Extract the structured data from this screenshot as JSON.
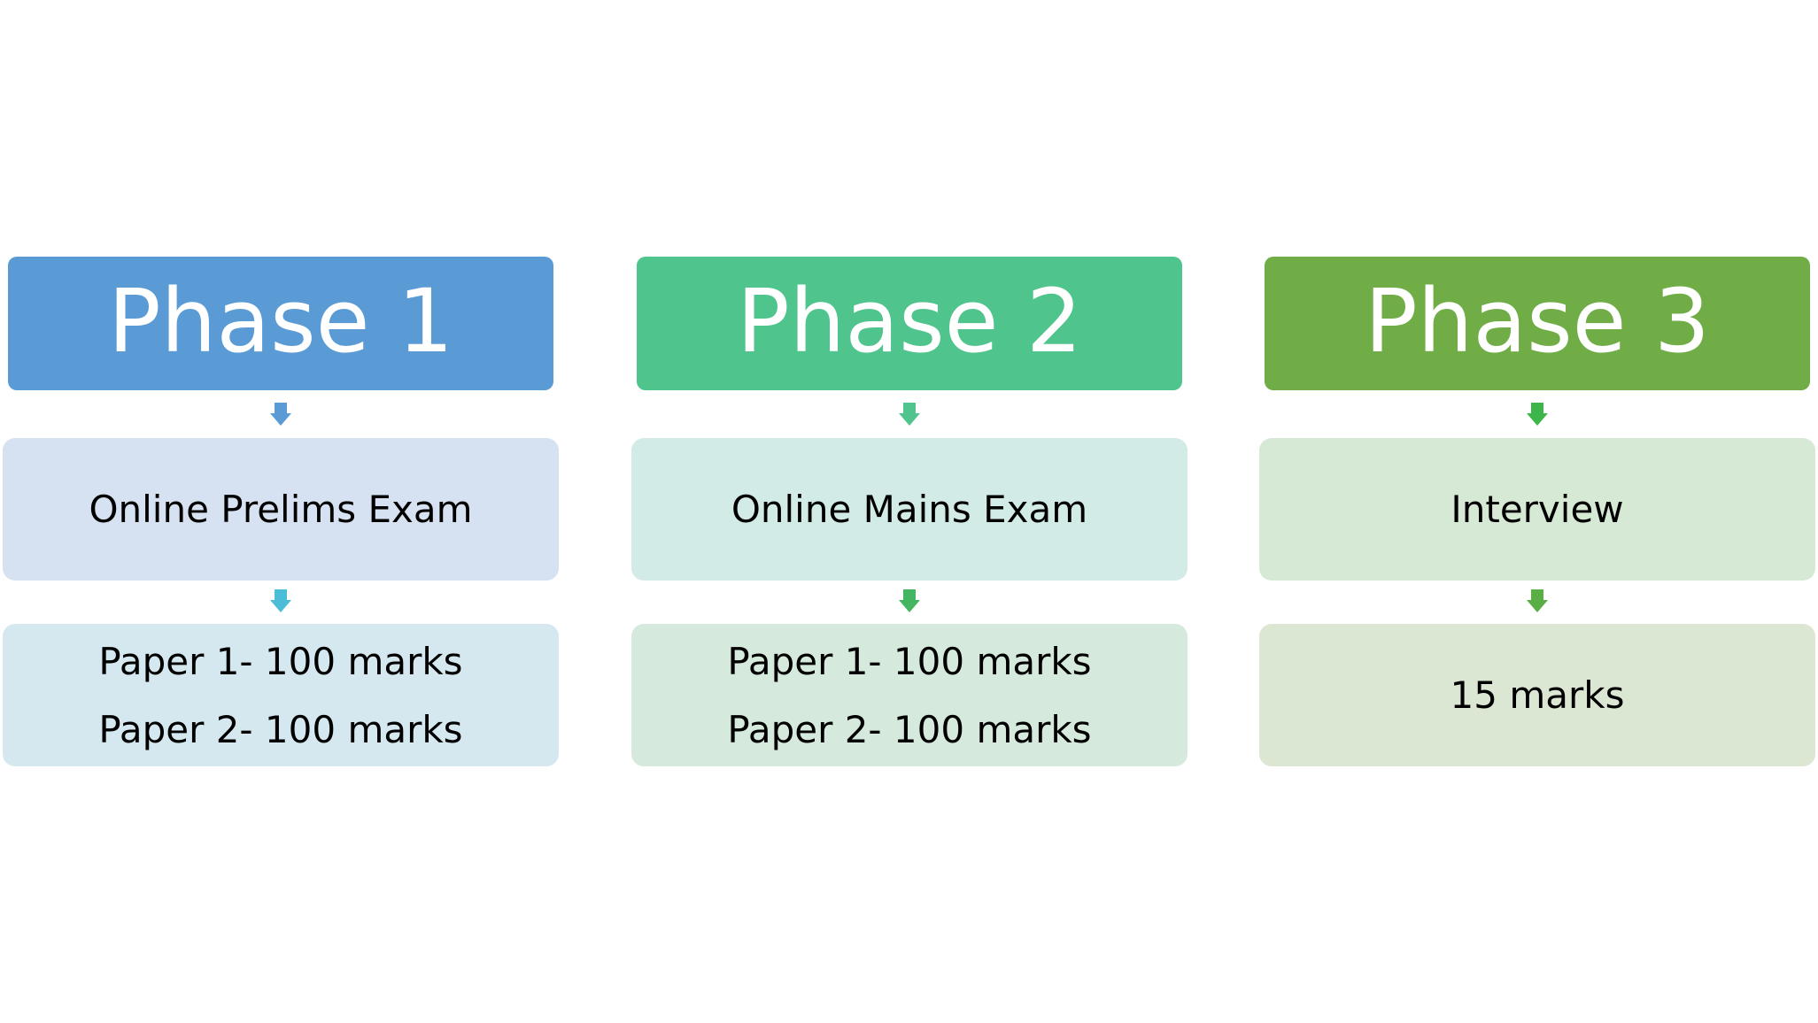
{
  "phases": [
    {
      "title": "Phase 1",
      "step": "Online Prelims Exam",
      "marks": [
        "Paper 1- 100 marks",
        "Paper 2- 100 marks"
      ],
      "colors": {
        "header": "#5b9bd5",
        "arrow_1": "#5b9bd5",
        "step_box": "#d6e1f1",
        "arrow_2": "#4bbdd6",
        "marks_box": "#d5e7ef"
      }
    },
    {
      "title": "Phase 2",
      "step": "Online Mains Exam",
      "marks": [
        "Paper 1- 100 marks",
        "Paper 2- 100 marks"
      ],
      "colors": {
        "header": "#4fc48c",
        "arrow_1": "#4fc48c",
        "step_box": "#d3ebe6",
        "arrow_2": "#44b560",
        "marks_box": "#d5e9dc"
      }
    },
    {
      "title": "Phase 3",
      "step": "Interview",
      "marks": [
        "15 marks"
      ],
      "colors": {
        "header": "#70ad47",
        "arrow_1": "#3cb54a",
        "step_box": "#d6e9d4",
        "arrow_2": "#5aaf44",
        "marks_box": "#dbe6d3"
      }
    }
  ]
}
